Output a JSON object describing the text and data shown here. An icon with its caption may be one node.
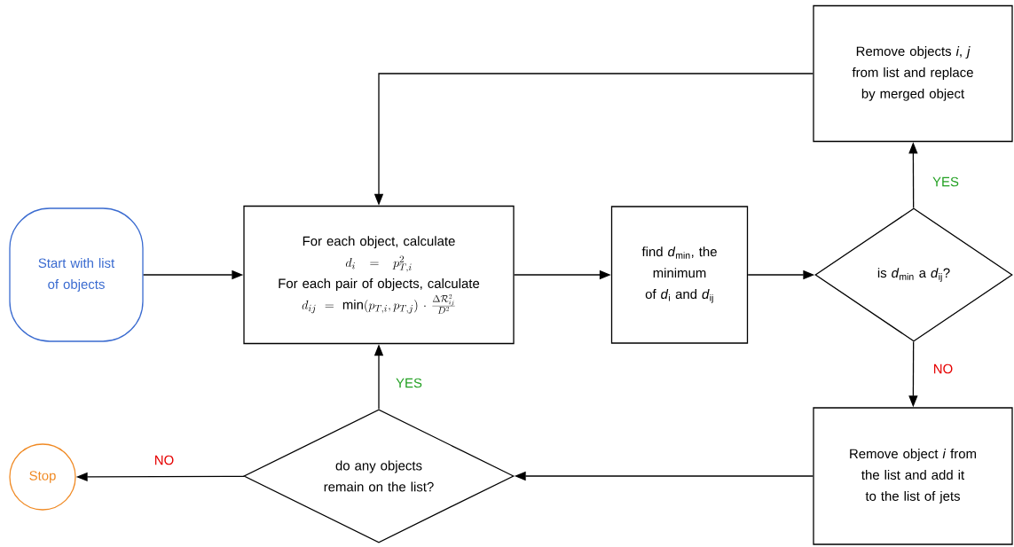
{
  "diagram": {
    "nodes": [
      {
        "text": [
          "Start with list of objects"
        ]
      },
      {
        "text": [
          "For each object, calculate",
          "d_i = p_{T,i}^2",
          "For each pair of objects, calculate",
          "d_{ij} = \\min(p_{T,i},p_{T,j})\\cdot\\frac{\\Delta\\mathcal{R}_{ij}^2}{D^2}"
        ]
      },
      {
        "text": [
          "find *d*$_{min}$, the minimum of *d*$_{i}$ and *d*$_{ij}$"
        ]
      },
      {
        "text": [
          "is *d*$_{min}$ a *d*$_{ij}$?"
        ]
      },
      {
        "text": [
          "Remove objects *i*, *j* from list and replace by merged object"
        ]
      },
      {
        "text": [
          "Remove object *i* from the list and add it to the list of jets"
        ]
      },
      {
        "text": [
          "do any objects remain on the list?"
        ]
      },
      {
        "text": [
          "Stop"
        ]
      }
    ],
    "edges": [
      {
        "from": 0,
        "to": 1,
        "arrow": "to"
      },
      {
        "from": 1,
        "to": 2,
        "arrow": "to"
      },
      {
        "from": 2,
        "to": 3,
        "arrow": "to"
      },
      {
        "from": 3,
        "to": 4,
        "arrow": "to",
        "label": "YES"
      },
      {
        "from": 4,
        "to": 1,
        "arrow": "to"
      },
      {
        "from": 3,
        "to": 5,
        "arrow": "to",
        "label": "NO"
      },
      {
        "from": 5,
        "to": 6,
        "arrow": "to"
      },
      {
        "from": 6,
        "to": 1,
        "arrow": "to",
        "label": "YES"
      },
      {
        "from": 6,
        "to": 7,
        "arrow": "to",
        "label": "NO"
      }
    ]
  }
}
